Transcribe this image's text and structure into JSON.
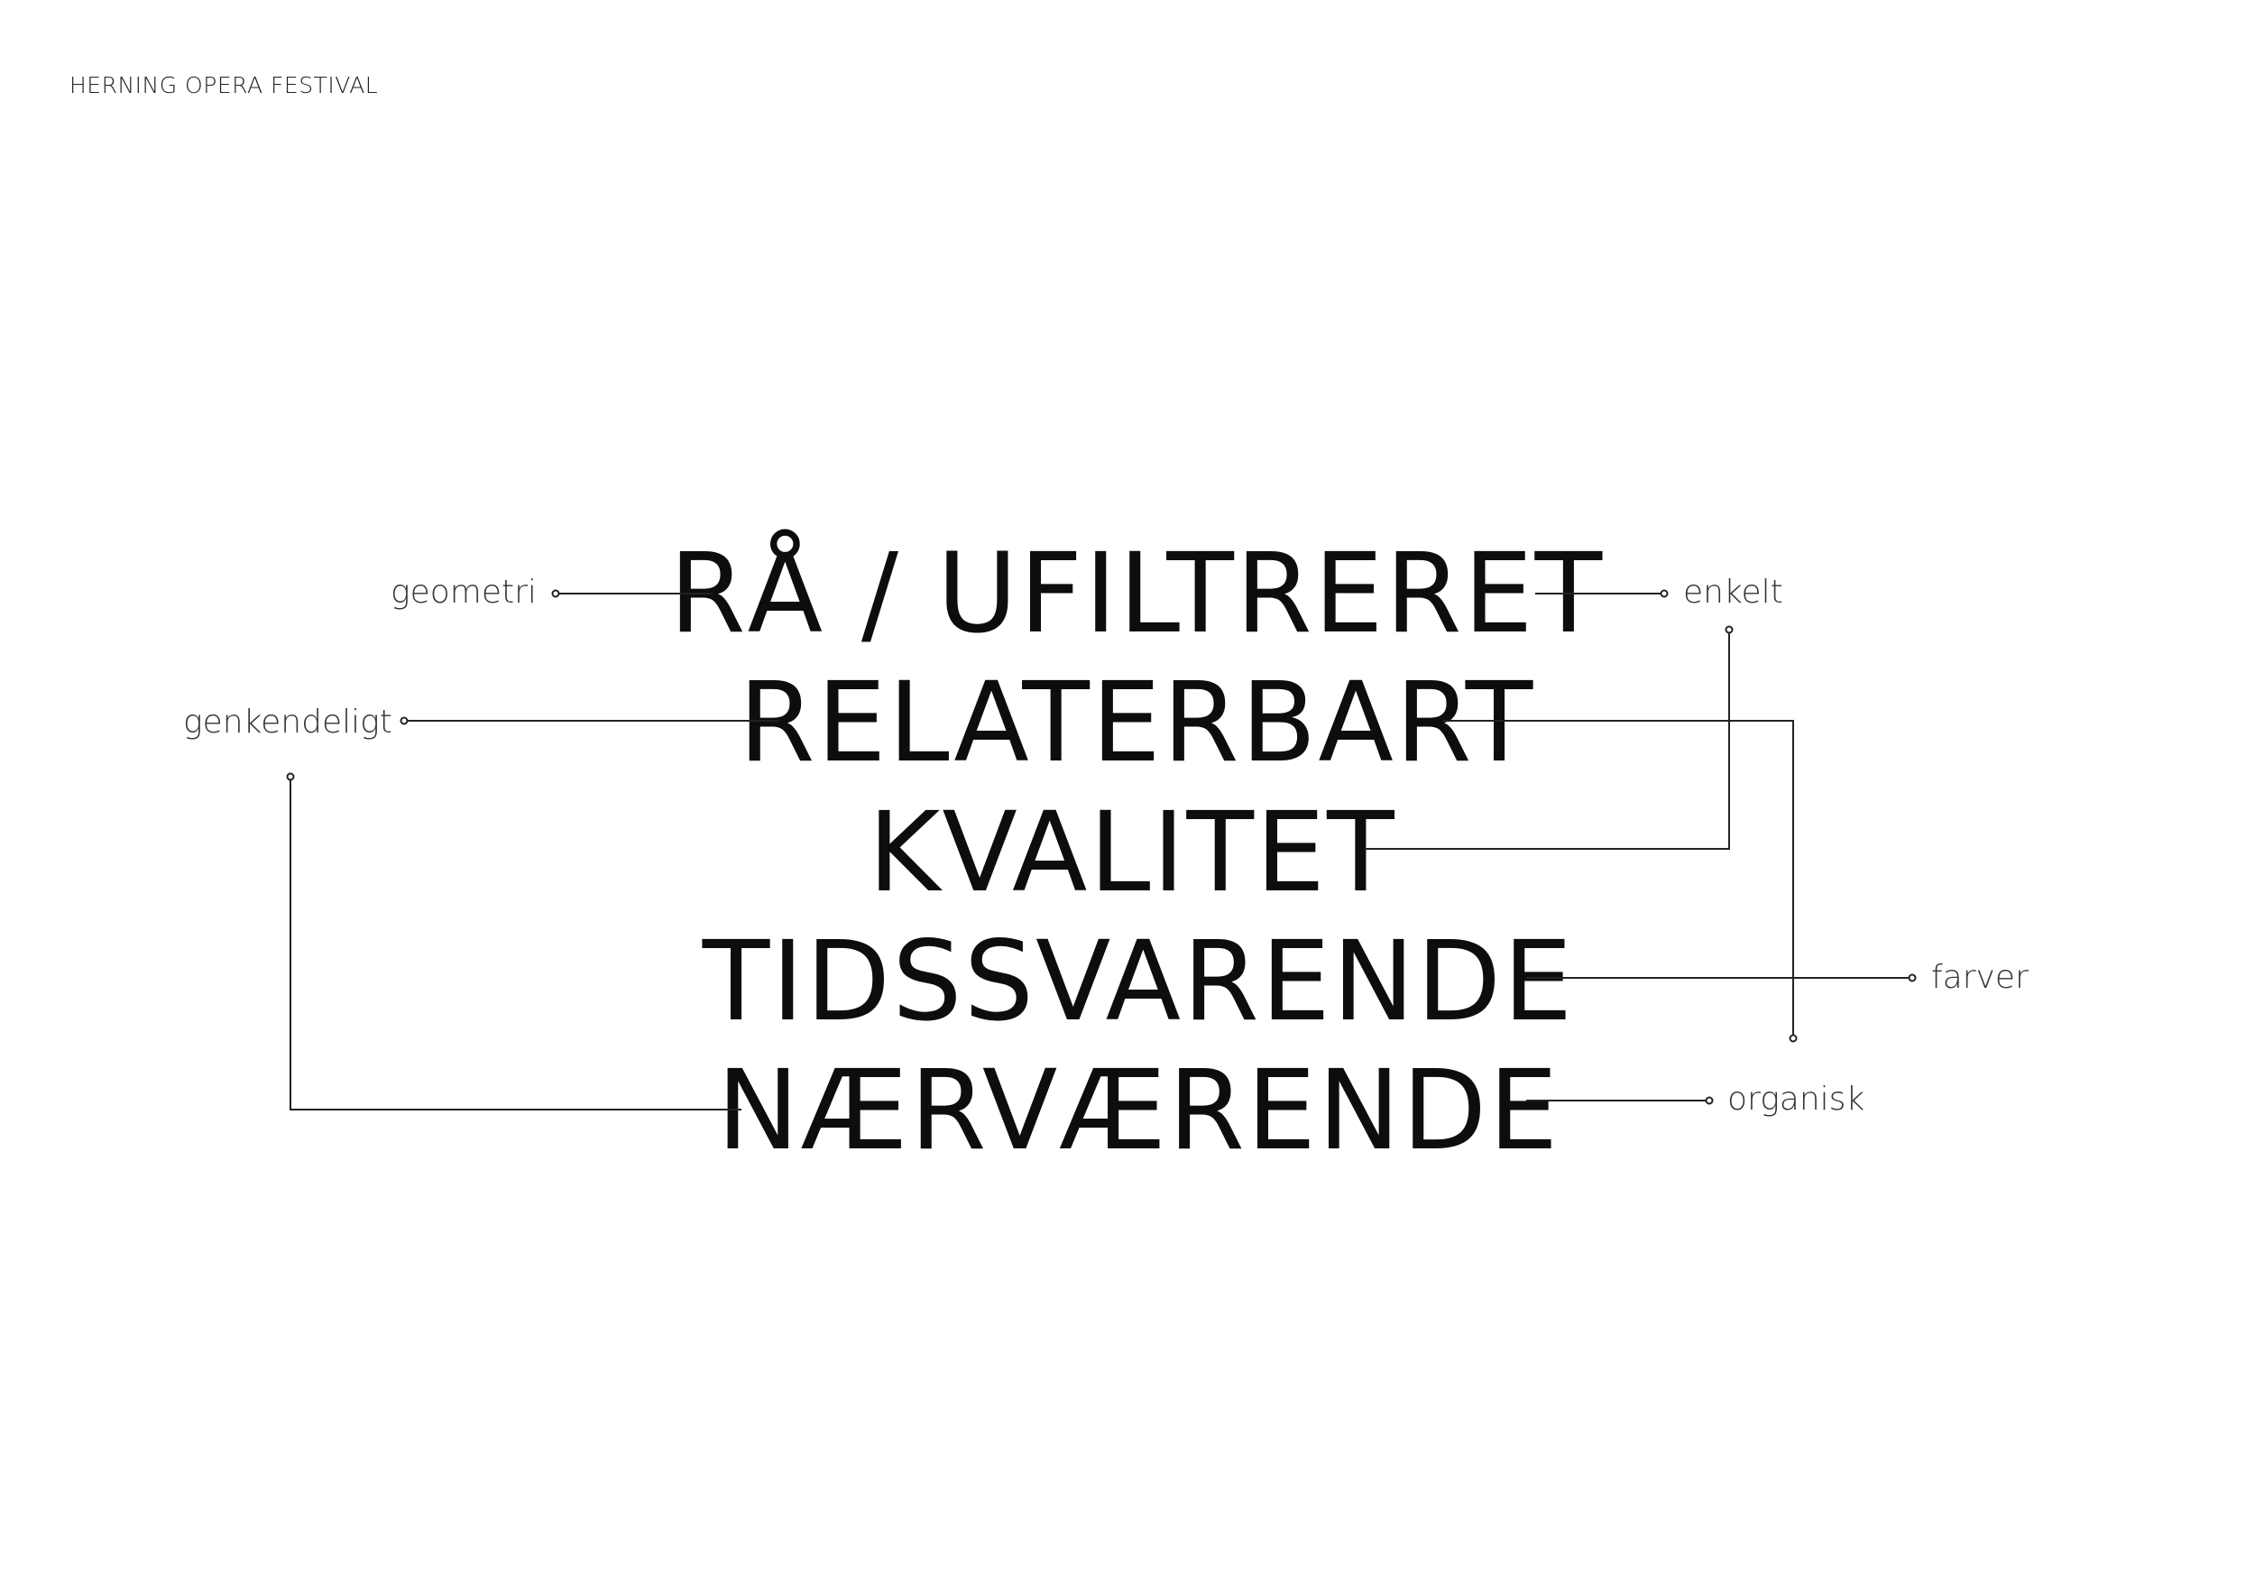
{
  "header": {
    "title": "HERNING OPERA FESTIVAL"
  },
  "keywords": [
    "RÅ / UFILTRERET",
    "RELATERBART",
    "KVALITET",
    "TIDSSVARENDE",
    "NÆRVÆRENDE"
  ],
  "attributes": {
    "geometri": "geometri",
    "genkendeligt": "genkendeligt",
    "enkelt": "enkelt",
    "farver": "farver",
    "organisk": "organisk"
  }
}
